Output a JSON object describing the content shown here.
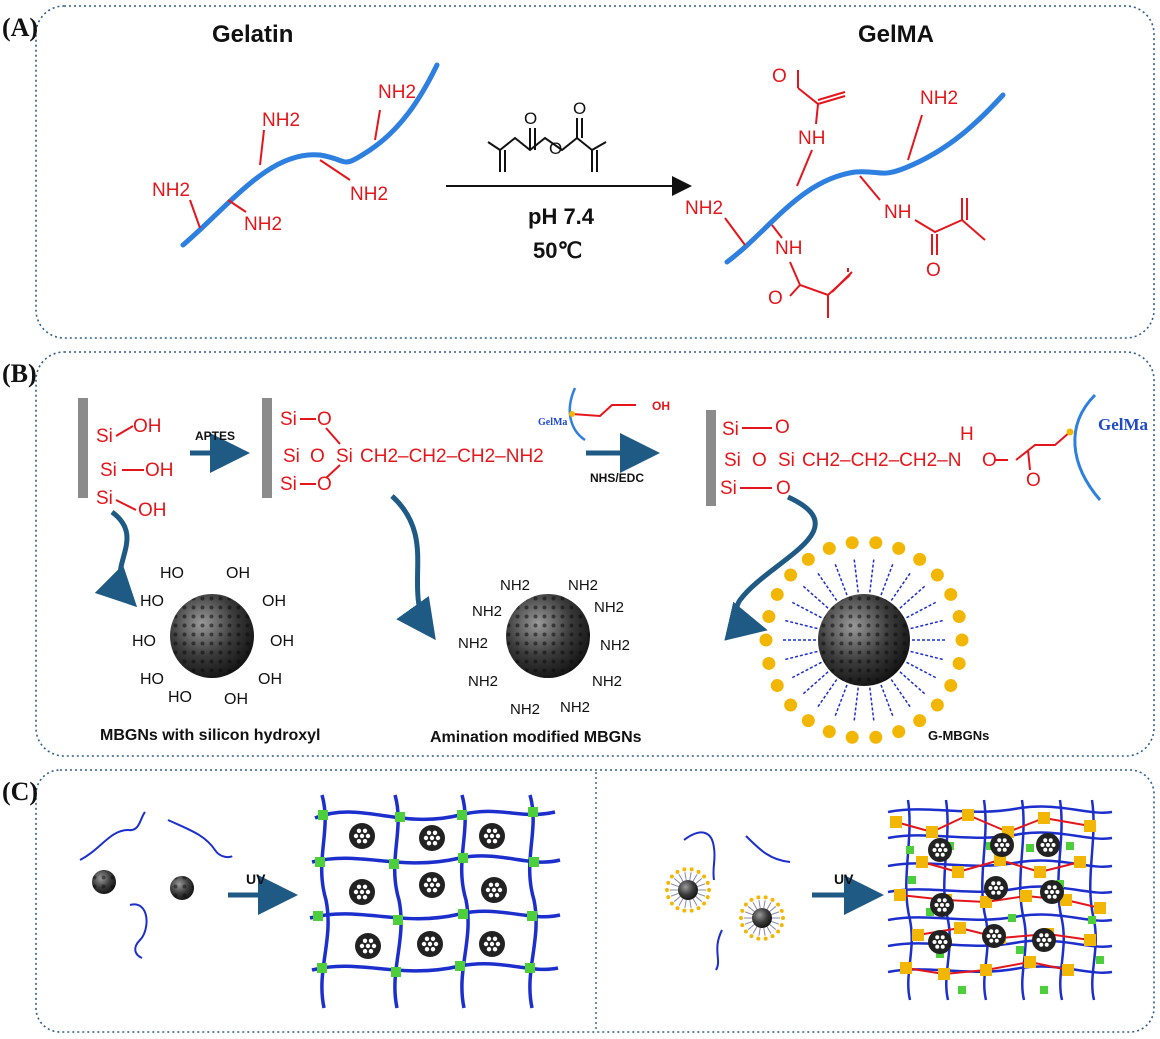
{
  "panels": {
    "a": {
      "label": "(A)",
      "left_title": "Gelatin",
      "right_title": "GelMA",
      "condition_1": "pH 7.4",
      "condition_2": "50℃",
      "amine": "NH2",
      "amide": "NH"
    },
    "b": {
      "label": "(B)",
      "silanol_si": "Si",
      "silanol_oh": "OH",
      "reagent_1": "APTES",
      "reagent_2": "NHS/EDC",
      "gelma_small": "GelMa",
      "gelma_large": "GelMa",
      "oh_small": "OH",
      "amine_chain": "CH2–CH2–CH2–NH2",
      "ester_chain": "CH2–CH2–CH2–N",
      "ester_h": "H",
      "caption_1": "MBGNs with silicon hydroxyl",
      "caption_2": "Amination modified MBGNs",
      "caption_3": "G-MBGNs"
    },
    "c": {
      "label": "(C)",
      "uv_left": "UV",
      "uv_right": "UV"
    }
  },
  "colors": {
    "panel_border": "#2f5f8a",
    "red": "#e4161c",
    "chain_blue": "#2d7fe0",
    "network_blue": "#1c2fcc",
    "arrow_teal": "#1f5a85",
    "gold": "#f2b705",
    "green": "#4ccf3a"
  }
}
